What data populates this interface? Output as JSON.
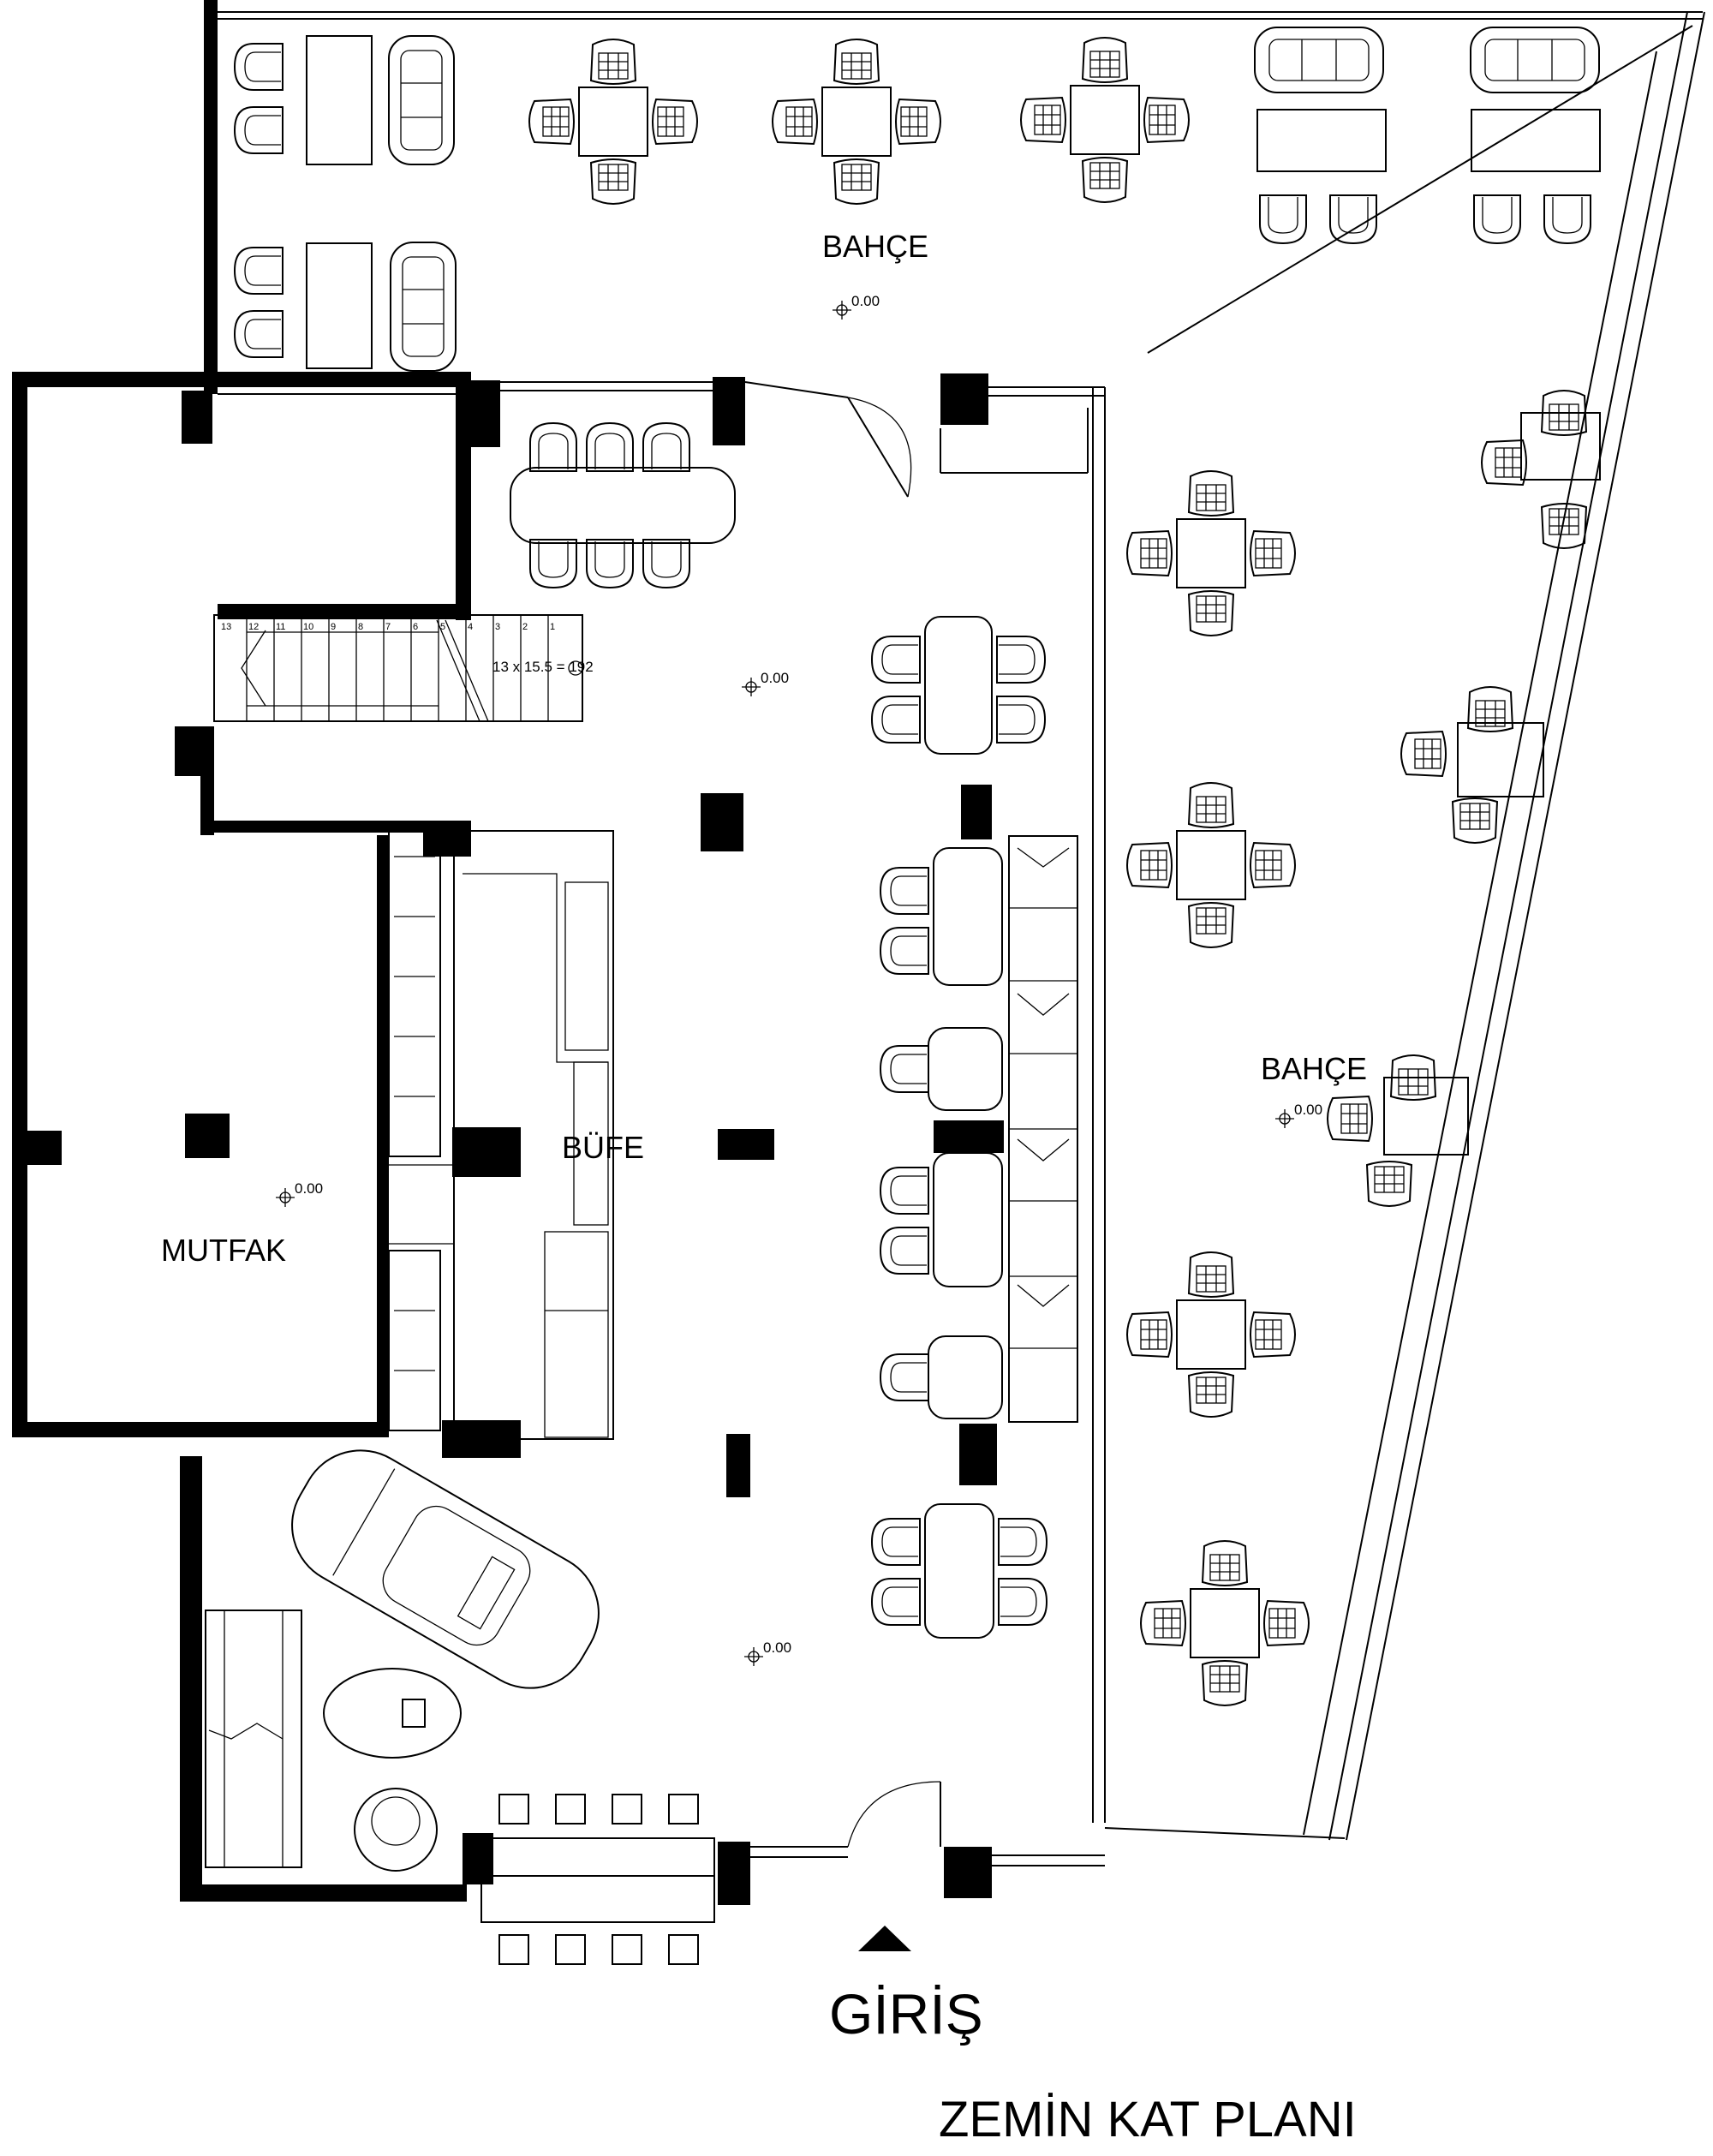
{
  "labels": {
    "garden_top": "BAHÇE",
    "garden_right": "BAHÇE",
    "kitchen": "MUTFAK",
    "buffet": "BÜFE",
    "entrance": "GİRİŞ",
    "title": "ZEMİN KAT PLANI",
    "stair_note": "13 x 15.5 = 192"
  },
  "elevation": "0.00",
  "stair_numbers": [
    "13",
    "12",
    "11",
    "10",
    "9",
    "8",
    "7",
    "6",
    "5",
    "4",
    "3",
    "2",
    "1"
  ],
  "colors": {
    "line": "#000000",
    "background": "#ffffff"
  }
}
